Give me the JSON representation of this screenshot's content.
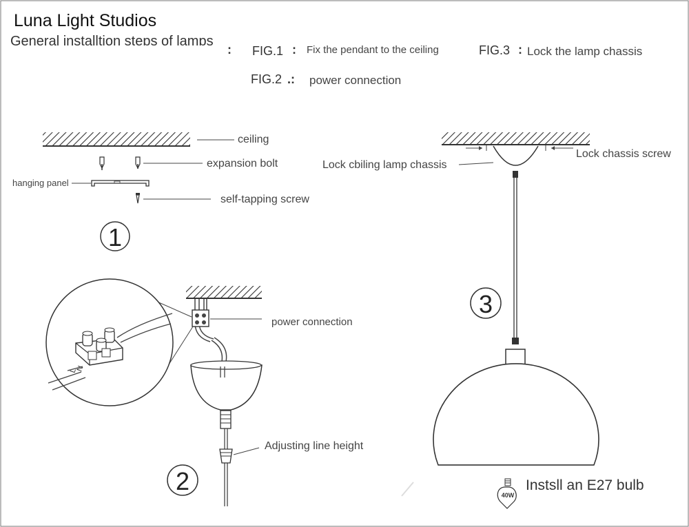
{
  "brand": "Luna Light Studios",
  "steps_title": "General installtion steps of lamps",
  "steps_colon": ":",
  "figs": [
    {
      "label": "FIG.1",
      "sep": ":",
      "desc": "Fix the pendant to the ceiling"
    },
    {
      "label": "FIG.2",
      "sep": ".:",
      "desc": "power connection"
    },
    {
      "label": "FIG.3",
      "sep": ":",
      "desc": "Lock the lamp chassis"
    }
  ],
  "step1": {
    "number": "1",
    "ceiling": "ceiling",
    "expansion_bolt": "expansion bolt",
    "hanging_panel": "hanging panel",
    "self_tapping_screw": "self-tapping screw"
  },
  "step2": {
    "number": "2",
    "power_connection": "power connection",
    "adjusting_line_height": "Adjusting line height",
    "terminal_marks": [
      "L",
      "N"
    ]
  },
  "step3": {
    "number": "3",
    "lock_ceiling_chassis": "Lock cbiling lamp chassis",
    "lock_chassis_screw": "Lock chassis screw",
    "bulb_note": "Instsll an E27 bulb",
    "bulb_badge": "40W"
  }
}
